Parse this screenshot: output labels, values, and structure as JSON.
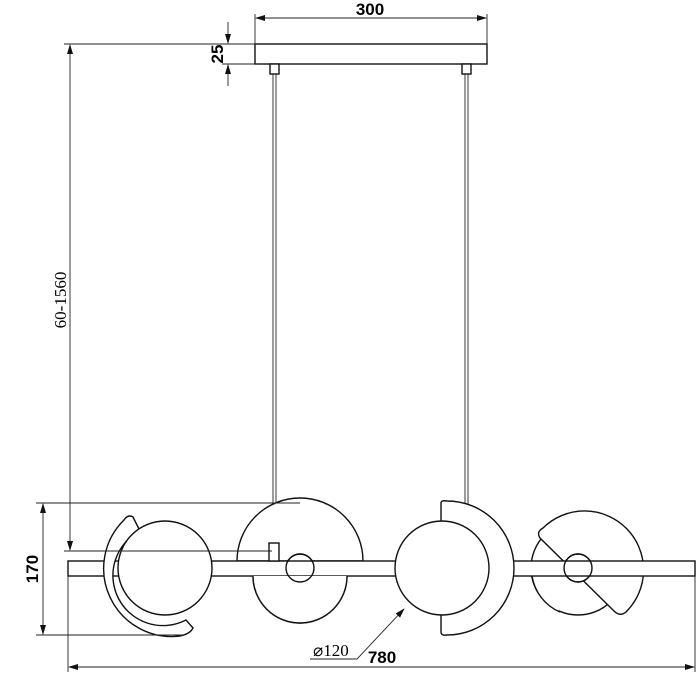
{
  "drawing": {
    "title": "Pendant lamp dimension drawing",
    "dimensions": {
      "canopy_width": "300",
      "canopy_height": "25",
      "suspension_length": "60-1560",
      "fixture_height": "170",
      "total_length": "780",
      "globe_diameter": "⌀120"
    },
    "line_color": "#111111",
    "background": "#ffffff"
  }
}
